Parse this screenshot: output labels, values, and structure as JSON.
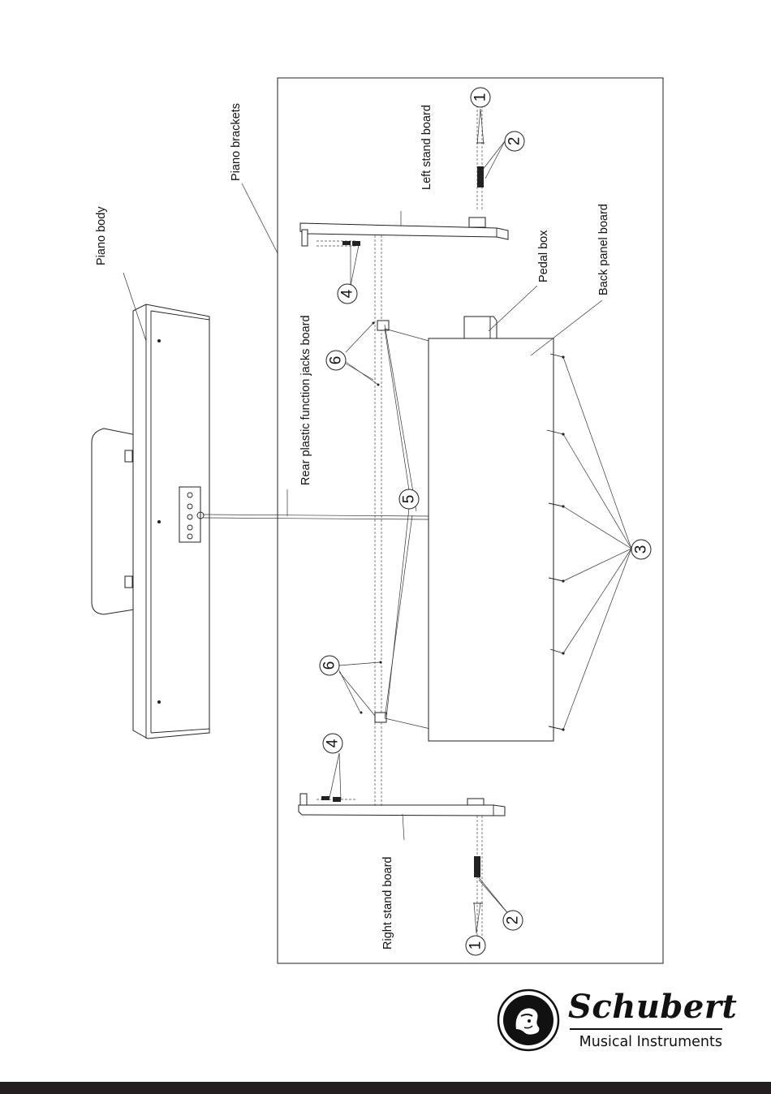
{
  "labels": {
    "piano_body": "Piano body",
    "piano_brackets": "Piano brackets",
    "left_stand_board": "Left stand board",
    "right_stand_board": "Right stand board",
    "rear_jacks_board": "Rear plastic function jacks board",
    "pedal_box": "Pedal box",
    "back_panel_board": "Back panel board"
  },
  "callouts": {
    "c1": "1",
    "c2": "2",
    "c3": "3",
    "c4": "4",
    "c5": "5",
    "c6": "6"
  },
  "brand": {
    "name": "Schubert",
    "tagline": "Musical Instruments"
  },
  "colors": {
    "ink": "#111111",
    "footer": "#231f20",
    "background": "#ffffff"
  }
}
